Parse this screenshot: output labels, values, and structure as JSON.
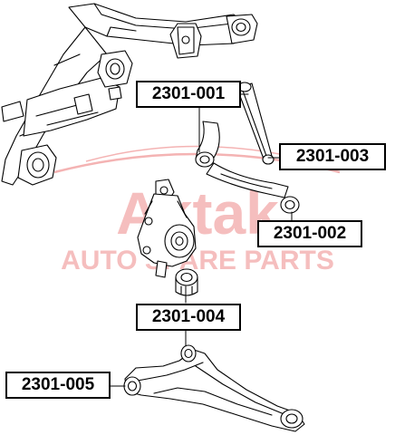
{
  "watermark": {
    "brand": "Aktak",
    "tagline": "AUTO SPARE PARTS",
    "color": "#f4b3b3"
  },
  "parts": [
    {
      "id": "p1",
      "number": "2301-001"
    },
    {
      "id": "p3",
      "number": "2301-003"
    },
    {
      "id": "p2",
      "number": "2301-002"
    },
    {
      "id": "p4",
      "number": "2301-004"
    },
    {
      "id": "p5",
      "number": "2301-005"
    }
  ],
  "colors": {
    "line": "#000000",
    "background": "#ffffff"
  }
}
